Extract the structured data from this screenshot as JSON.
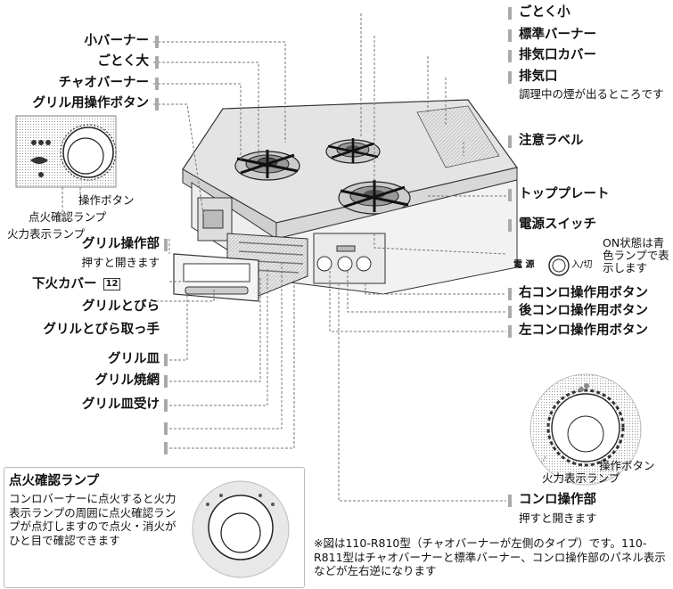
{
  "left_labels": {
    "small_burner": "小バーナー",
    "trivet_large": "ごとく大",
    "chao_burner": "チャオバーナー",
    "grill_button": "グリル用操作ボタン",
    "op_button": "操作ボタン",
    "ignition_lamp": "点火確認ランプ",
    "flame_lamp": "火力表示ランプ",
    "grill_panel": "グリル操作部",
    "grill_panel_note": "押すと開きます",
    "lower_cover": "下火カバー",
    "lower_cover_ref": "12",
    "grill_door": "グリルとびら",
    "grill_handle": "グリルとびら取っ手",
    "grill_plate": "グリル皿",
    "grill_net": "グリル焼網",
    "grill_plate_holder": "グリル皿受け"
  },
  "right_labels": {
    "trivet_small": "ごとく小",
    "std_burner": "標準バーナー",
    "exhaust_cover": "排気口カバー",
    "exhaust": "排気口",
    "exhaust_note": "調理中の煙が出るところです",
    "caution_label": "注意ラベル",
    "top_plate": "トッププレート",
    "power_switch": "電源スイッチ",
    "power_mark": "電 源",
    "power_onoff": "入/切",
    "on_note": "ON状態は青色ランプで表示します",
    "right_btn": "右コンロ操作用ボタン",
    "rear_btn": "後コンロ操作用ボタン",
    "left_btn": "左コンロ操作用ボタン",
    "knob_op": "操作ボタン",
    "knob_flame": "火力表示ランプ",
    "stove_panel": "コンロ操作部",
    "stove_panel_note": "押すと開きます"
  },
  "ignition_box": {
    "title": "点火確認ランプ",
    "body": "コンロバーナーに点火すると火力表示ランプの周囲に点火確認ランプが点灯しますので点火・消火がひと目で確認できます"
  },
  "footnote": "※図は110-R810型（チャオバーナーが左側のタイプ）です。110-R811型はチャオバーナーと標準バーナー、コンロ操作部のパネル表示などが左右逆になります"
}
